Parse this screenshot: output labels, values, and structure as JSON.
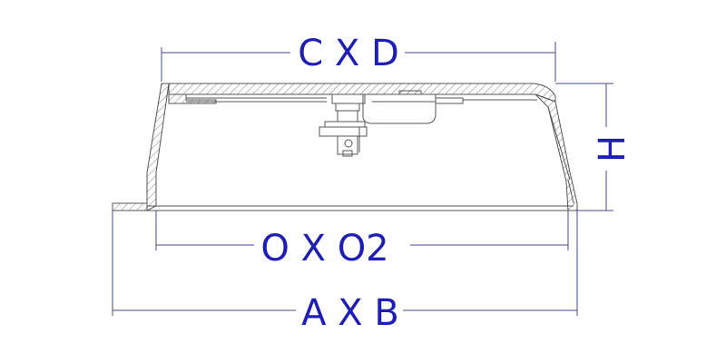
{
  "dimensions": {
    "top": "C X D",
    "height": "H",
    "inner": "O X O2",
    "overall": "A X B"
  },
  "colors": {
    "dimension_lines": "#4a4a88",
    "dimension_text": "#1e1eb4",
    "outline": "#555555",
    "hatch": "#777777"
  }
}
